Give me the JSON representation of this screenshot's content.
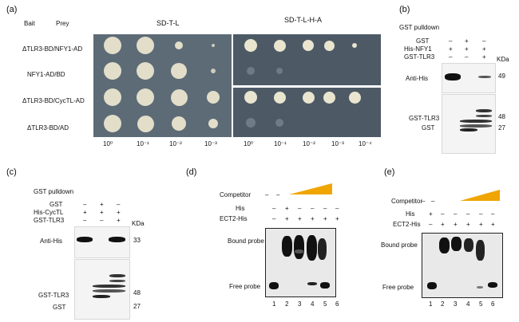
{
  "panel_a": {
    "letter": "(a)",
    "bait_header": "Bait",
    "prey_header": "Prey",
    "plate1_title": "SD-T-L",
    "plate2_title": "SD-T-L-H-A",
    "rows": [
      "ΔTLR3-BD/NFY1-AD",
      "NFY1-AD/BD",
      "ΔTLR3-BD/CycTL-AD",
      "ΔTLR3-BD/AD"
    ],
    "dilutions_plate1": [
      "10⁰",
      "10⁻¹",
      "10⁻²",
      "10⁻³"
    ],
    "dilutions_plate2": [
      "10⁰",
      "10⁻¹",
      "10⁻²",
      "10⁻³",
      "10⁻⁴"
    ]
  },
  "panel_b": {
    "letter": "(b)",
    "title": "GST pulldown",
    "row_labels": [
      "GST",
      "His-NFY1",
      "GST-TLR3"
    ],
    "lane_signs": [
      [
        "–",
        "+",
        "–"
      ],
      [
        "+",
        "+",
        "+"
      ],
      [
        "–",
        "–",
        "+"
      ]
    ],
    "unit": "KDa",
    "blot1_label": "Anti-His",
    "blot1_marker": "49",
    "blot2_labels": [
      "GST-TLR3",
      "GST"
    ],
    "blot2_markers": [
      "48",
      "27"
    ]
  },
  "panel_c": {
    "letter": "(c)",
    "title": "GST pulldown",
    "row_labels": [
      "GST",
      "His-CycTL",
      "GST-TLR3"
    ],
    "lane_signs": [
      [
        "–",
        "+",
        "–"
      ],
      [
        "+",
        "+",
        "+"
      ],
      [
        "–",
        "–",
        "+"
      ]
    ],
    "unit": "KDa",
    "blot1_label": "Anti-His",
    "blot1_marker": "33",
    "blot2_labels": [
      "GST-TLR3",
      "GST"
    ],
    "blot2_markers": [
      "48",
      "27"
    ]
  },
  "panel_d": {
    "letter": "(d)",
    "row_labels": [
      "Competitor",
      "His",
      "ECT2-His"
    ],
    "competitor_signs": [
      "–",
      "–"
    ],
    "his_signs": [
      "–",
      "+",
      "–",
      "–",
      "–",
      "–"
    ],
    "ect2_signs": [
      "–",
      "+",
      "+",
      "+",
      "+",
      "+"
    ],
    "bound_label": "Bound probe",
    "free_label": "Free probe",
    "lanes": [
      "1",
      "2",
      "3",
      "4",
      "5",
      "6"
    ]
  },
  "panel_e": {
    "letter": "(e)",
    "row_labels": [
      "Competitor",
      "His",
      "ECT2-His"
    ],
    "competitor_signs": [
      "–",
      "–"
    ],
    "his_signs": [
      "+",
      "–",
      "–",
      "–",
      "–",
      "–"
    ],
    "ect2_signs": [
      "–",
      "+",
      "+",
      "+",
      "+",
      "+"
    ],
    "bound_label": "Bound probe",
    "free_label": "Free probe",
    "lanes": [
      "1",
      "2",
      "3",
      "4",
      "5",
      "6"
    ]
  },
  "colors": {
    "plate": "#5d6b76",
    "yeast": "#e9e5cf",
    "wedge": "#f0a500",
    "band": "#111111"
  }
}
